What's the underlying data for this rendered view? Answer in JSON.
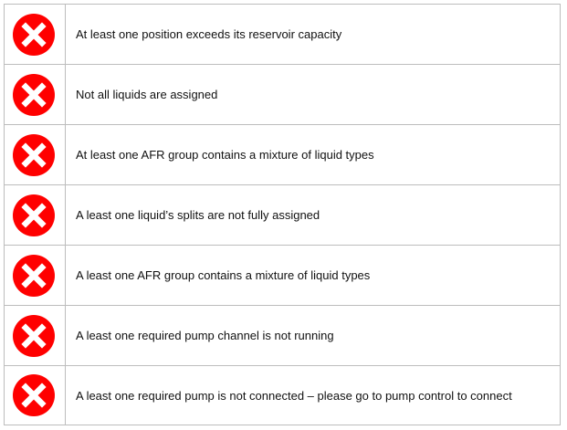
{
  "theme": {
    "icon_fill": "#ff0000",
    "icon_stroke": "#ffffff",
    "border": "#bdbdbd"
  },
  "checks": [
    {
      "status": "fail",
      "icon": "x-circle-icon",
      "message": "At least one position exceeds its reservoir capacity"
    },
    {
      "status": "fail",
      "icon": "x-circle-icon",
      "message": "Not all liquids are assigned"
    },
    {
      "status": "fail",
      "icon": "x-circle-icon",
      "message": "At least one AFR group contains a mixture of liquid types"
    },
    {
      "status": "fail",
      "icon": "x-circle-icon",
      "message": "A least one liquid’s splits are not fully assigned"
    },
    {
      "status": "fail",
      "icon": "x-circle-icon",
      "message": "A least one AFR group contains a mixture of liquid types"
    },
    {
      "status": "fail",
      "icon": "x-circle-icon",
      "message": "A least one required pump channel is not running"
    },
    {
      "status": "fail",
      "icon": "x-circle-icon",
      "message": "A least one required pump is not connected – please go to pump control to connect"
    }
  ]
}
